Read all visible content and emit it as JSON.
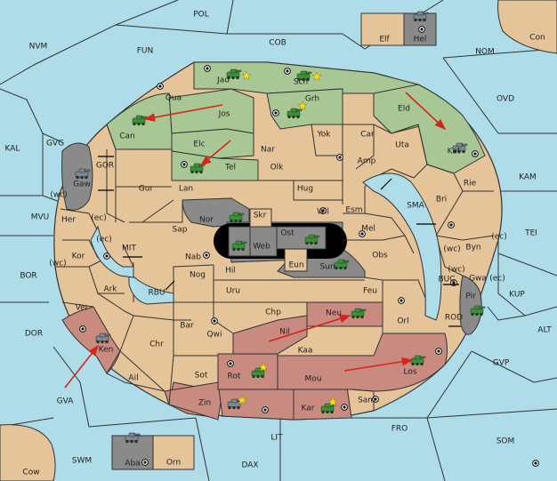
{
  "colors": {
    "sea": "#aedce8",
    "neutral": "#e5c49a",
    "green": "#a8c795",
    "red": "#c98a80",
    "gray": "#8a8a8a",
    "unit_green": "#3d8f3a",
    "unit_gray": "#7d8a96",
    "order_arrow": "#d4261c",
    "star": "#f2dd20"
  },
  "board": {
    "sea_labels": [
      {
        "id": "pol",
        "text": "POL"
      },
      {
        "id": "nvm",
        "text": "NVM"
      },
      {
        "id": "fun",
        "text": "FUN"
      },
      {
        "id": "cob",
        "text": "COB"
      },
      {
        "id": "nom",
        "text": "NOM"
      },
      {
        "id": "con",
        "text": "Con"
      },
      {
        "id": "ovd",
        "text": "OVD"
      },
      {
        "id": "kal",
        "text": "KAL"
      },
      {
        "id": "gvg",
        "text": "GVG"
      },
      {
        "id": "kam",
        "text": "KAM"
      },
      {
        "id": "mvu",
        "text": "MVU"
      },
      {
        "id": "tei",
        "text": "TEI"
      },
      {
        "id": "bor",
        "text": "BOR"
      },
      {
        "id": "kup",
        "text": "KUP"
      },
      {
        "id": "dor",
        "text": "DOR"
      },
      {
        "id": "alt",
        "text": "ALT"
      },
      {
        "id": "gvp",
        "text": "GVP"
      },
      {
        "id": "gva",
        "text": "GVA"
      },
      {
        "id": "fro",
        "text": "FRO"
      },
      {
        "id": "som",
        "text": "SOM"
      },
      {
        "id": "lit",
        "text": "LIT"
      },
      {
        "id": "swm",
        "text": "SWM"
      },
      {
        "id": "dax",
        "text": "DAX"
      },
      {
        "id": "cow",
        "text": "Cow"
      },
      {
        "id": "gor",
        "text": "GOR"
      },
      {
        "id": "mit",
        "text": "MIT"
      },
      {
        "id": "rbu",
        "text": "RBU"
      },
      {
        "id": "sma",
        "text": "SMA"
      },
      {
        "id": "buc",
        "text": "BUC"
      },
      {
        "id": "rod",
        "text": "ROD"
      }
    ],
    "provinces": [
      {
        "id": "elf",
        "text": "Elf"
      },
      {
        "id": "hel",
        "text": "Hel"
      },
      {
        "id": "jad",
        "text": "Jad"
      },
      {
        "id": "sch",
        "text": "Sch"
      },
      {
        "id": "qua",
        "text": "Qua"
      },
      {
        "id": "jos",
        "text": "Jos"
      },
      {
        "id": "grh",
        "text": "Grh"
      },
      {
        "id": "eld",
        "text": "Eld"
      },
      {
        "id": "can",
        "text": "Can"
      },
      {
        "id": "yok",
        "text": "Yok"
      },
      {
        "id": "car",
        "text": "Car"
      },
      {
        "id": "elc",
        "text": "Elc"
      },
      {
        "id": "nar",
        "text": "Nar"
      },
      {
        "id": "uta",
        "text": "Uta"
      },
      {
        "id": "kat",
        "text": "Kat"
      },
      {
        "id": "tel",
        "text": "Tel"
      },
      {
        "id": "olk",
        "text": "Olk"
      },
      {
        "id": "amp",
        "text": "Amp"
      },
      {
        "id": "gaw",
        "text": "Gaw"
      },
      {
        "id": "gur",
        "text": "Gur"
      },
      {
        "id": "lan",
        "text": "Lan"
      },
      {
        "id": "hug",
        "text": "Hug"
      },
      {
        "id": "rie",
        "text": "Rie"
      },
      {
        "id": "bri",
        "text": "Bri"
      },
      {
        "id": "wil",
        "text": "Wil"
      },
      {
        "id": "esm",
        "text": "Esm"
      },
      {
        "id": "nor",
        "text": "Nor"
      },
      {
        "id": "skr",
        "text": "Skr"
      },
      {
        "id": "her",
        "text": "Her"
      },
      {
        "id": "sap",
        "text": "Sap"
      },
      {
        "id": "ost",
        "text": "Ost"
      },
      {
        "id": "mel",
        "text": "Mel"
      },
      {
        "id": "web",
        "text": "Web"
      },
      {
        "id": "byn",
        "text": "Byn"
      },
      {
        "id": "kor",
        "text": "Kor"
      },
      {
        "id": "nab",
        "text": "Nab"
      },
      {
        "id": "eun",
        "text": "Eun"
      },
      {
        "id": "obs",
        "text": "Obs"
      },
      {
        "id": "hil",
        "text": "Hil"
      },
      {
        "id": "sun",
        "text": "Sun"
      },
      {
        "id": "gwa",
        "text": "Gwa"
      },
      {
        "id": "ark",
        "text": "Ark"
      },
      {
        "id": "nog",
        "text": "Nog"
      },
      {
        "id": "pir",
        "text": "Pir"
      },
      {
        "id": "uru",
        "text": "Uru"
      },
      {
        "id": "feu",
        "text": "Feu"
      },
      {
        "id": "ver",
        "text": "Ver"
      },
      {
        "id": "chp",
        "text": "Chp"
      },
      {
        "id": "neu",
        "text": "Neu"
      },
      {
        "id": "bar",
        "text": "Bar"
      },
      {
        "id": "orl",
        "text": "Orl"
      },
      {
        "id": "nil",
        "text": "Nil"
      },
      {
        "id": "qwi",
        "text": "Qwi"
      },
      {
        "id": "chr",
        "text": "Chr"
      },
      {
        "id": "ken",
        "text": "Ken"
      },
      {
        "id": "kaa",
        "text": "Kaa"
      },
      {
        "id": "los",
        "text": "Los"
      },
      {
        "id": "rot",
        "text": "Rot"
      },
      {
        "id": "sot",
        "text": "Sot"
      },
      {
        "id": "ail",
        "text": "Ail"
      },
      {
        "id": "mou",
        "text": "Mou"
      },
      {
        "id": "zin",
        "text": "Zin"
      },
      {
        "id": "kar",
        "text": "Kar"
      },
      {
        "id": "sam",
        "text": "Sam"
      },
      {
        "id": "aba",
        "text": "Aba"
      },
      {
        "id": "orn",
        "text": "Orn"
      }
    ],
    "coast_labels": [
      {
        "id": "wc1",
        "text": "(wc)"
      },
      {
        "id": "ec1",
        "text": "(ec)"
      },
      {
        "id": "ec2",
        "text": "(ec)"
      },
      {
        "id": "wc2",
        "text": "(wc)"
      },
      {
        "id": "wc3",
        "text": "(wc)"
      },
      {
        "id": "ec3",
        "text": "(ec)"
      },
      {
        "id": "wc4",
        "text": "(wc)"
      },
      {
        "id": "ec4",
        "text": "(ec)"
      }
    ]
  }
}
